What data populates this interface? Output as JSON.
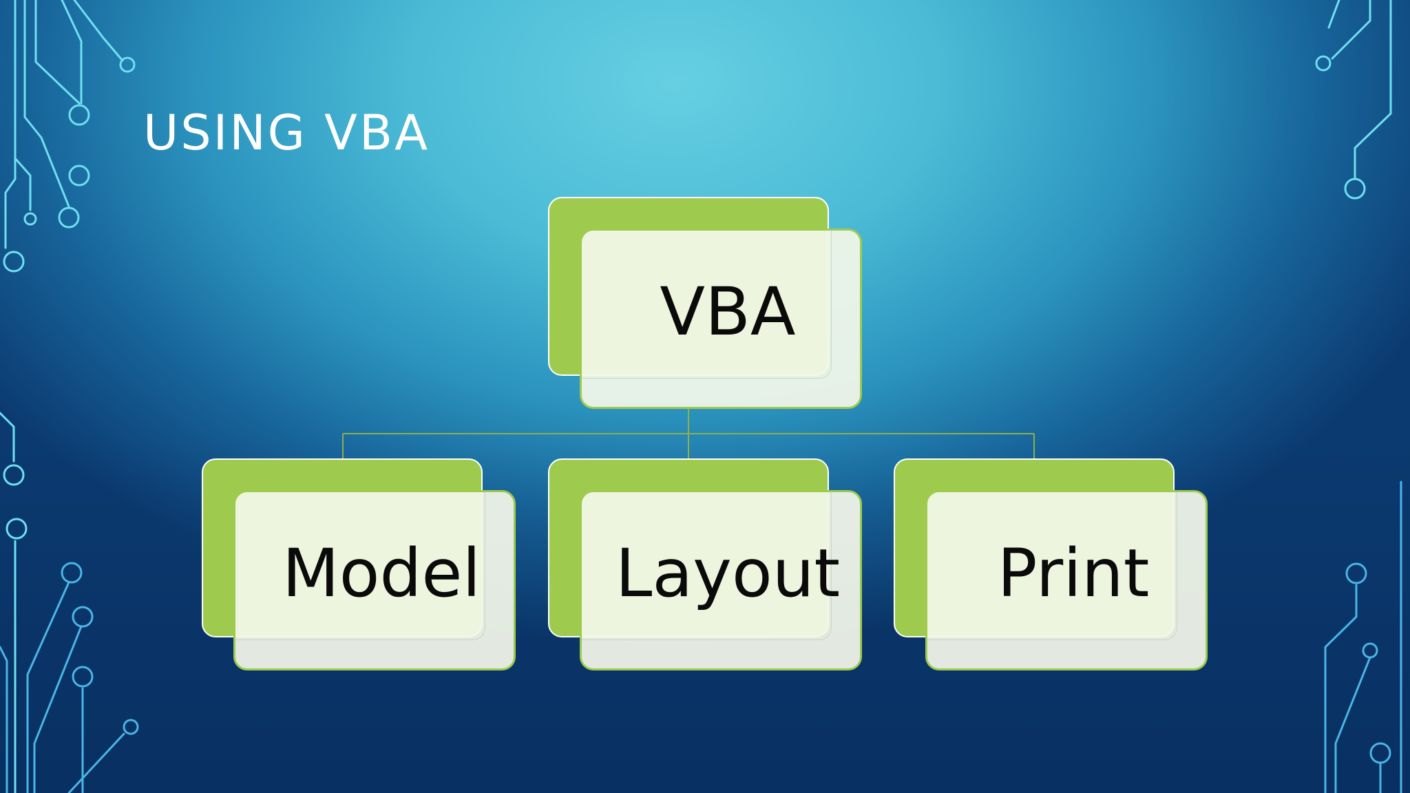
{
  "slide": {
    "title": "USING VBA"
  },
  "hierarchy": {
    "root": {
      "label": "VBA"
    },
    "children": [
      {
        "label": "Model"
      },
      {
        "label": "Layout"
      },
      {
        "label": "Print"
      }
    ]
  },
  "colors": {
    "node_accent": "#9ecb4d",
    "node_face": "#f4f7ea",
    "title_text": "#ffffff",
    "circuit_lines": "#5fd7ea"
  }
}
